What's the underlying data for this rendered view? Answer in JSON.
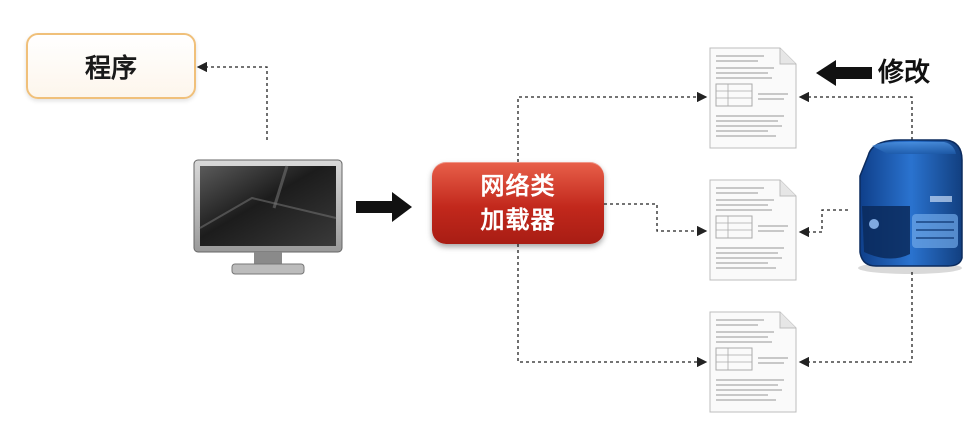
{
  "program_label": "程序",
  "loader_label_line1": "网络类",
  "loader_label_line2": "加载器",
  "modify_label": "修改",
  "colors": {
    "program_border": "#f0c07a",
    "loader_fill": "#c2281c",
    "server_blue": "#1f5fb4",
    "arrow": "#111111"
  },
  "icons": [
    "monitor-icon",
    "document-icon",
    "server-icon"
  ]
}
